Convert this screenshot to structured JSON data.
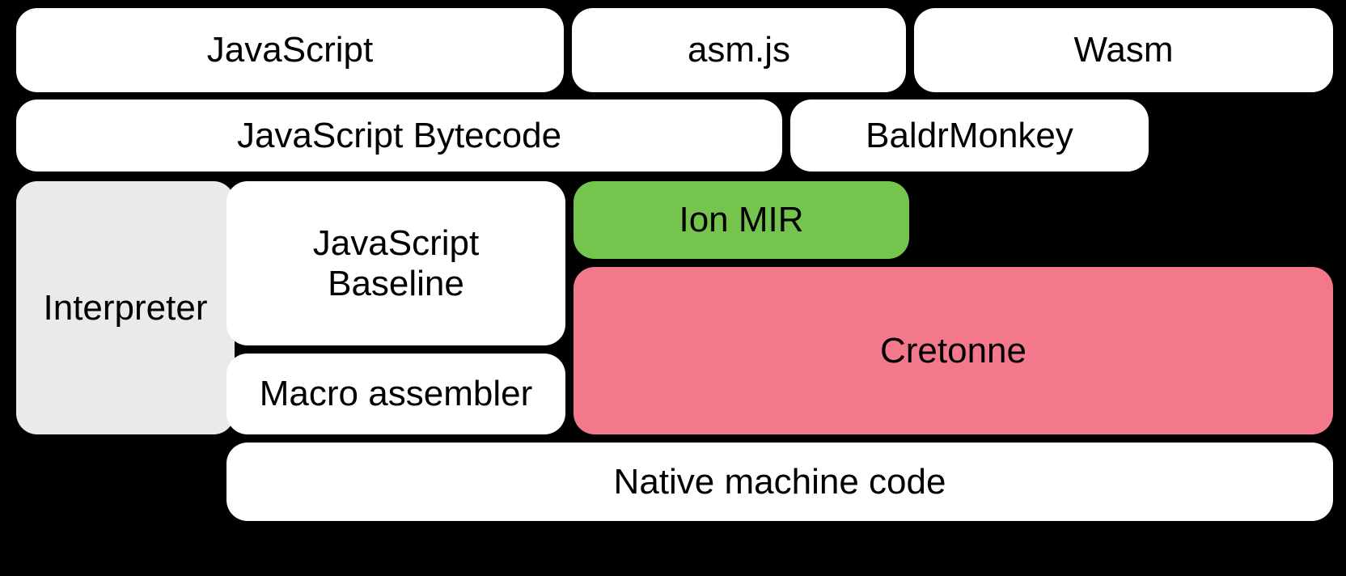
{
  "diagram": {
    "title": "SpiderMonkey compilation pipeline layers",
    "background_color": "#000000",
    "palette": {
      "white": "#ffffff",
      "gray": "#eaeaea",
      "green": "#74c44d",
      "pink": "#f4788c",
      "text": "#000000"
    },
    "rows": [
      {
        "name": "source-formats",
        "boxes": [
          {
            "id": "javascript",
            "label": "JavaScript",
            "fill": "white"
          },
          {
            "id": "asmjs",
            "label": "asm.js",
            "fill": "white"
          },
          {
            "id": "wasm",
            "label": "Wasm",
            "fill": "white"
          }
        ]
      },
      {
        "name": "intermediate-formats",
        "boxes": [
          {
            "id": "javascript-bytecode",
            "label": "JavaScript Bytecode",
            "fill": "white"
          },
          {
            "id": "baldrmonkey",
            "label": "BaldrMonkey",
            "fill": "white"
          }
        ]
      },
      {
        "name": "execution-tiers",
        "boxes": [
          {
            "id": "interpreter",
            "label": "Interpreter",
            "fill": "gray"
          },
          {
            "id": "javascript-baseline",
            "label": "JavaScript\nBaseline",
            "fill": "white"
          },
          {
            "id": "ion-mir",
            "label": "Ion MIR",
            "fill": "green"
          },
          {
            "id": "cretonne",
            "label": "Cretonne",
            "fill": "pink"
          },
          {
            "id": "macro-assembler",
            "label": "Macro assembler",
            "fill": "white"
          }
        ]
      },
      {
        "name": "output",
        "boxes": [
          {
            "id": "native-machine-code",
            "label": "Native machine code",
            "fill": "white"
          }
        ]
      }
    ]
  }
}
